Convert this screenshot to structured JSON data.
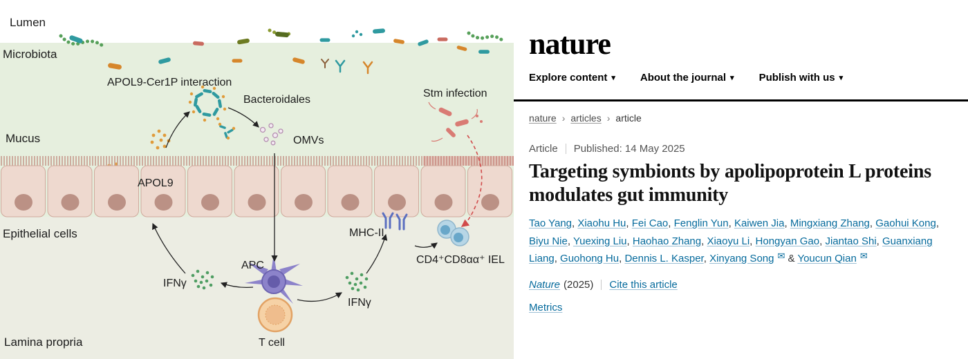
{
  "figure": {
    "labels": {
      "lumen": "Lumen",
      "microbiota": "Microbiota",
      "mucus": "Mucus",
      "epithelial_cells": "Epithelial cells",
      "lamina_propria": "Lamina propria",
      "apol9_cer1p": "APOL9-Cer1P interaction",
      "bacteroidales": "Bacteroidales",
      "omvs": "OMVs",
      "stm_infection": "Stm infection",
      "apol9": "APOL9",
      "mhc2": "MHC-II",
      "iel": "CD4⁺CD8αα⁺ IEL",
      "ifng_left": "IFNγ",
      "apc": "APC",
      "ifng_right": "IFNγ",
      "t_cell": "T cell"
    },
    "colors": {
      "mucus_bg": "#e6efde",
      "lamina_bg": "#ecede3",
      "epithelium": "#eed9cf",
      "bacteria_teal": "#2f9aa0",
      "apol9_orange": "#e09b3a",
      "stm_red": "#d97b74",
      "apc_purple": "#8c83ca",
      "tcell_orange": "#f6d2a6",
      "iel_blue": "#b7d6e6",
      "ifng_green": "#4f9e63"
    }
  },
  "header": {
    "logo": "nature",
    "caret": "▾",
    "nav": [
      {
        "label": "Explore content"
      },
      {
        "label": "About the journal"
      },
      {
        "label": "Publish with us"
      }
    ]
  },
  "breadcrumb": {
    "separator": "›",
    "items": [
      "nature",
      "articles",
      "article"
    ]
  },
  "article": {
    "type_label": "Article",
    "published": "Published: 14 May 2025",
    "title": "Targeting symbionts by apolipoprotein L proteins modulates gut immunity",
    "email_icon": "✉",
    "authors": [
      {
        "name": "Tao Yang"
      },
      {
        "name": "Xiaohu Hu"
      },
      {
        "name": "Fei Cao"
      },
      {
        "name": "Fenglin Yun"
      },
      {
        "name": "Kaiwen Jia"
      },
      {
        "name": "Mingxiang Zhang"
      },
      {
        "name": "Gaohui Kong"
      },
      {
        "name": "Biyu Nie"
      },
      {
        "name": "Yuexing Liu"
      },
      {
        "name": "Haohao Zhang"
      },
      {
        "name": "Xiaoyu Li"
      },
      {
        "name": "Hongyan Gao"
      },
      {
        "name": "Jiantao Shi"
      },
      {
        "name": "Guanxiang Liang"
      },
      {
        "name": "Guohong Hu"
      },
      {
        "name": "Dennis L. Kasper"
      },
      {
        "name": "Xinyang Song",
        "email": true
      },
      {
        "name": "Youcun Qian",
        "email": true
      }
    ],
    "journal": "Nature",
    "year": "(2025)",
    "cite_link": "Cite this article",
    "metrics_link": "Metrics"
  }
}
